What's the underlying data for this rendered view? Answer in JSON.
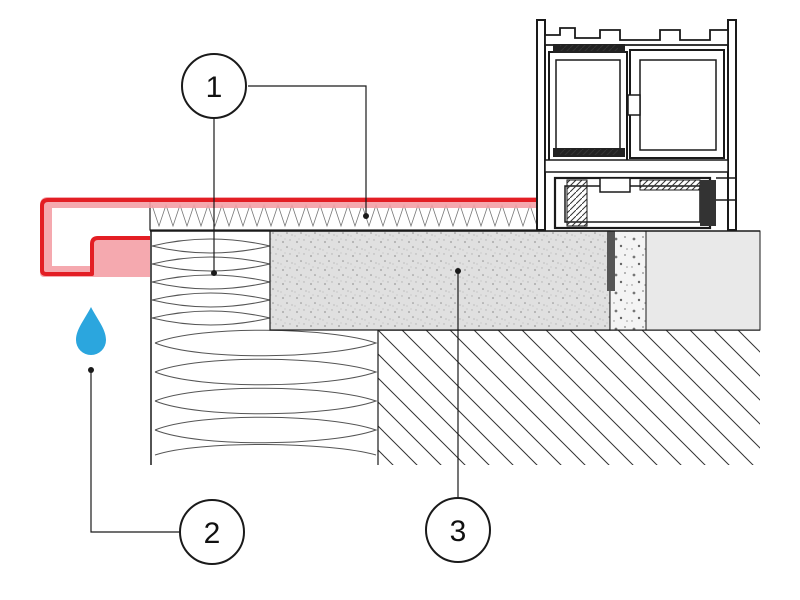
{
  "callouts": [
    {
      "number": "1"
    },
    {
      "number": "2"
    },
    {
      "number": "3"
    }
  ],
  "colors": {
    "sill_outline": "#e31e24",
    "sill_fill": "#f4a0a6",
    "water_drop": "#2ba6de",
    "stone_fill": "#e1e1e1",
    "wall_fill": "#e9e9e9",
    "line": "#1a1a1a"
  },
  "icons": {
    "water_drop": "water-drop-icon"
  }
}
